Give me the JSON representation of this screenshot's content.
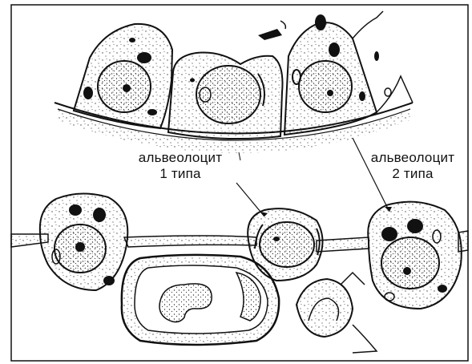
{
  "labels": {
    "type1": {
      "line1": "альвеолоцит",
      "line2": "1 типа"
    },
    "type2": {
      "line1": "альвеолоцит",
      "line2": "2 типа"
    }
  },
  "colors": {
    "ink": "#111111",
    "paper": "#ffffff",
    "cytoplasm_stipple": "#555555"
  }
}
